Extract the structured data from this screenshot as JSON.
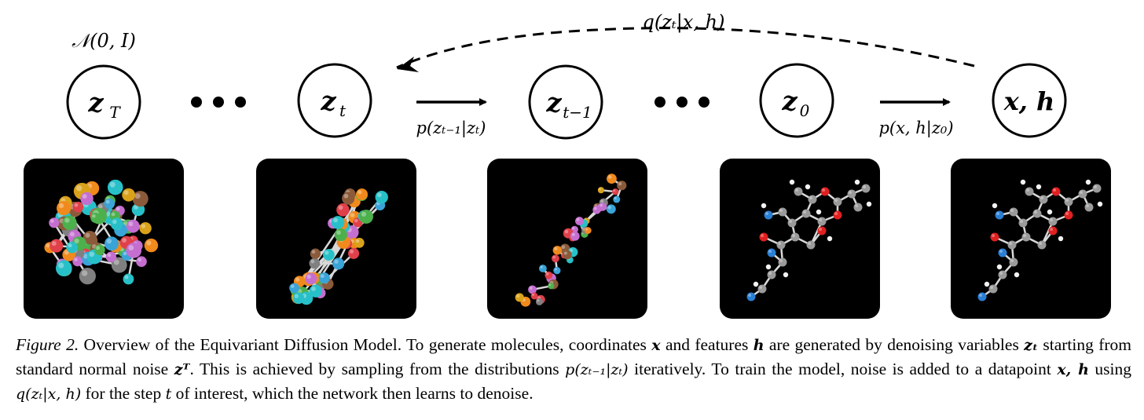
{
  "diagram": {
    "prior_label": "𝒩(0, I)",
    "nodes": [
      {
        "id": "zT",
        "label": "z",
        "sub": "T"
      },
      {
        "id": "zt",
        "label": "z",
        "sub": "t"
      },
      {
        "id": "zt1",
        "label": "z",
        "sub": "t−1"
      },
      {
        "id": "z0",
        "label": "z",
        "sub": "0"
      },
      {
        "id": "xh",
        "label": "x, h",
        "sub": ""
      }
    ],
    "reverse_step_label": "p(zₜ₋₁|zₜ)",
    "decode_label": "p(x, h|z₀)",
    "forward_label": "q(zₜ|x, h)"
  },
  "caption": {
    "figure_label": "Figure 2.",
    "p1": " Overview of the Equivariant Diffusion Model. To generate molecules, coordinates ",
    "x": "x",
    "p2": " and features ",
    "h": "h",
    "p3": " are generated by denoising variables ",
    "zt": "zₜ",
    "p4": " starting from standard normal noise ",
    "zT": "zᵀ",
    "p5": ". This is achieved by sampling from the distributions ",
    "pdist": "p(zₜ₋₁|zₜ)",
    "p6": " iteratively. To train the model, noise is added to a datapoint ",
    "xh": "x, h",
    "p7": " using ",
    "qdist": "q(zₜ|x, h)",
    "p8": " for the step ",
    "t": "t",
    "p9": " of interest, which the network then learns to denoise."
  },
  "colors": {
    "panel_bg": "#000000",
    "carbon": "#9a9a9a",
    "oxygen": "#e02020",
    "nitrogen": "#2a7fd4",
    "hydrogen": "#f2f2f2",
    "noise_palette": [
      "#f08a1c",
      "#3aa3d8",
      "#c46fd0",
      "#4cb04c",
      "#e0404a",
      "#808080",
      "#28c0c8",
      "#d9a21a",
      "#8a5a3a"
    ]
  }
}
